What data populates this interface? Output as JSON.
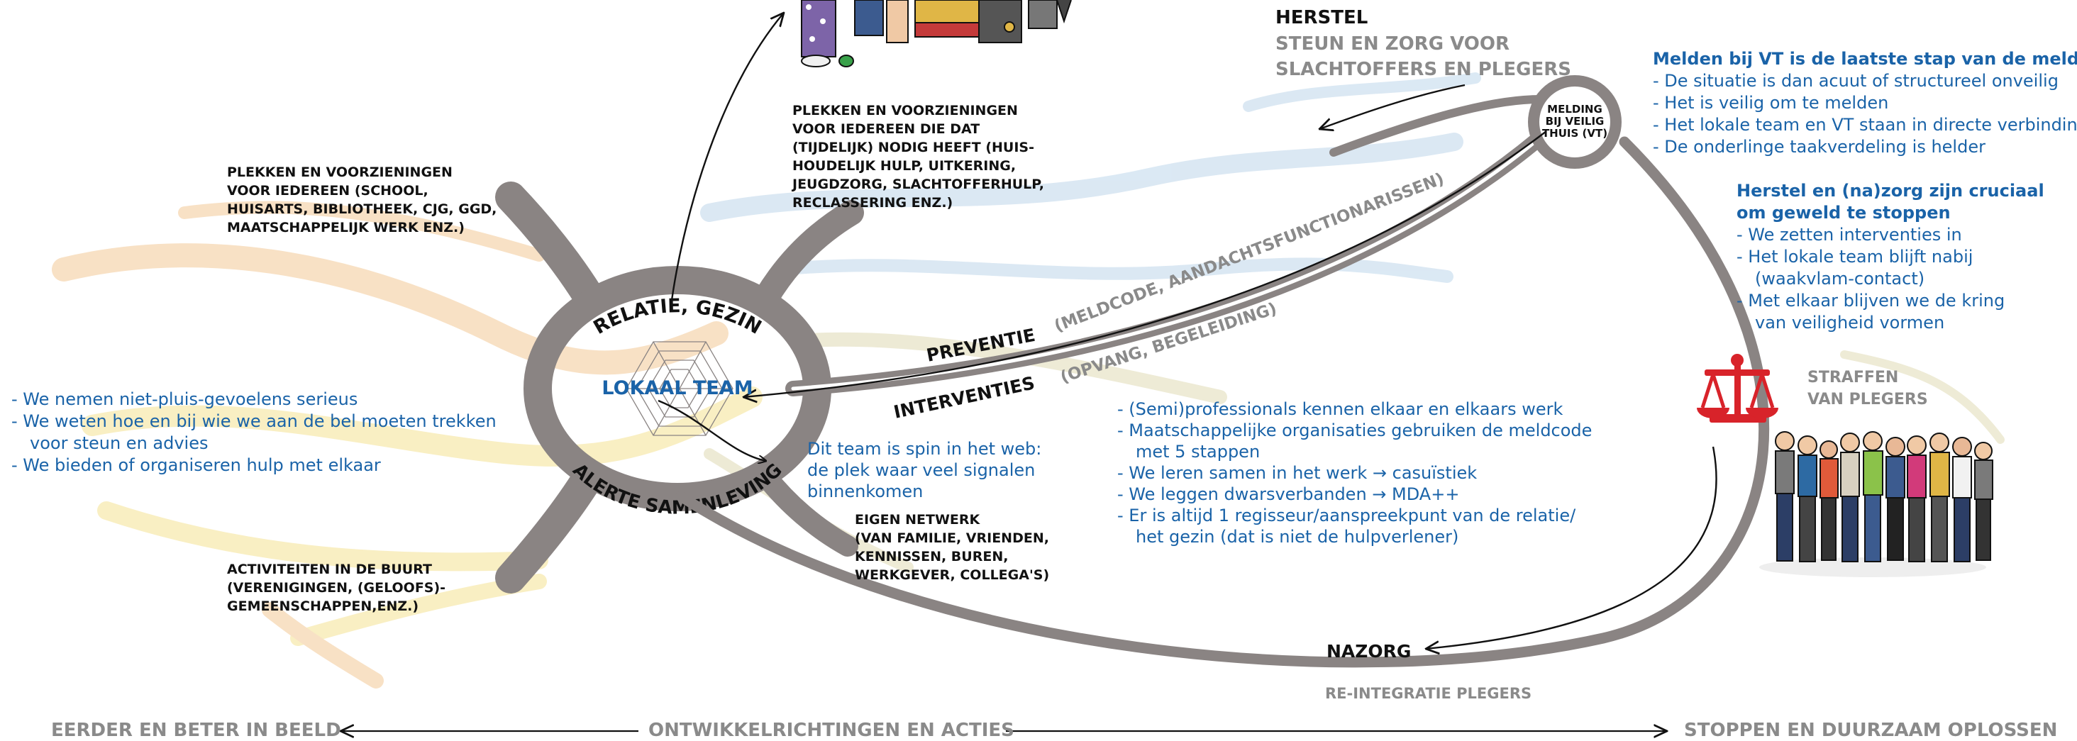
{
  "colors": {
    "ring": "#8a8483",
    "ring_dark": "#6f6a69",
    "blue_text": "#1a63a8",
    "dark_text": "#111111",
    "grey_text": "#8a8a8a",
    "red_scale": "#d8232a",
    "pale_paths": [
      "#f6d7b2",
      "#f7eab0",
      "#cfe1f0",
      "#e8e4c8"
    ]
  },
  "center": {
    "relatie_gezin": "RELATIE, GEZIN",
    "lokaal_team": "LOKAAL TEAM",
    "alerte_samenleving": "ALERTE SAMENLEVING",
    "spin_text": [
      "Dit team is spin in het web:",
      "de plek waar veel signalen",
      "binnenkomen"
    ]
  },
  "nodes": {
    "plekken_iedereen": [
      "PLEKKEN EN VOORZIENINGEN",
      "VOOR IEDEREEN (SCHOOL,",
      "HUISARTS, BIBLIOTHEEK, CJG, GGD,",
      "MAATSCHAPPELIJK WERK ENZ.)"
    ],
    "plekken_nodig": [
      "PLEKKEN EN VOORZIENINGEN",
      "VOOR IEDEREEN DIE DAT",
      "(TIJDELIJK) NODIG HEEFT (HUIS-",
      "HOUDELIJK HULP, UITKERING,",
      "JEUGDZORG, SLACHTOFFERHULP,",
      "RECLASSERING ENZ.)"
    ],
    "activiteiten": [
      "ACTIVITEITEN IN DE BUURT",
      "(VERENIGINGEN, (GELOOFS)-",
      "GEMEENSCHAPPEN,ENZ.)"
    ],
    "eigen_netwerk": [
      "EIGEN NETWERK",
      "(VAN FAMILIE, VRIENDEN,",
      "KENNISSEN, BUREN,",
      "WERKGEVER, COLLEGA'S)"
    ]
  },
  "left_list": {
    "items": [
      "- We nemen niet-pluis-gevoelens serieus",
      "- We weten hoe en bij wie we aan de bel moeten trekken",
      "voor steun en advies",
      "- We bieden of organiseren hulp met elkaar"
    ]
  },
  "arcs": {
    "preventie": "PREVENTIE",
    "preventie_sub": "(MELDCODE, AANDACHTSFUNCTIONARISSEN)",
    "interventies": "INTERVENTIES",
    "interventies_sub": "(OPVANG, BEGELEIDING)",
    "nazorg": "NAZORG",
    "reintegratie": "RE-INTEGRATIE PLEGERS"
  },
  "middle_list": {
    "items": [
      "- (Semi)professionals kennen elkaar en elkaars werk",
      "- Maatschappelijke organisaties gebruiken de meldcode",
      "met 5 stappen",
      "- We leren samen in het werk → casuïstiek",
      "- We leggen dwarsverbanden → MDA++",
      "- Er is altijd 1 regisseur/aanspreekpunt van de relatie/",
      "het gezin (dat is niet de hulpverlener)"
    ]
  },
  "herstel": {
    "title": "HERSTEL",
    "subtitle": [
      "STEUN EN ZORG VOOR",
      "SLACHTOFFERS EN PLEGERS"
    ]
  },
  "melding": {
    "label": [
      "MELDING",
      "BIJ VEILIG",
      "THUIS (VT)"
    ]
  },
  "melden_block": {
    "heading": "Melden bij VT is de laatste stap van de meldcode",
    "items": [
      "- De situatie is dan acuut of structureel onveilig",
      "- Het is veilig om te melden",
      "- Het lokale team en VT staan in directe verbinding",
      "- De onderlinge taakverdeling is helder"
    ]
  },
  "herstel_block": {
    "heading": [
      "Herstel en (na)zorg zijn cruciaal",
      "om geweld te stoppen"
    ],
    "items": [
      "- We zetten interventies in",
      "- Het lokale team blijft nabij",
      "(waakvlam-contact)",
      "- Met elkaar blijven we de kring",
      "van veiligheid vormen"
    ]
  },
  "straffen": {
    "label": [
      "STRAFFEN",
      "VAN PLEGERS"
    ],
    "icon": "scales-of-justice-icon"
  },
  "bottom_axis": {
    "left": "EERDER EN BETER IN BEELD",
    "middle": "ONTWIKKELRICHTINGEN EN ACTIES",
    "right": "STOPPEN EN DUURZAAM OPLOSSEN"
  }
}
